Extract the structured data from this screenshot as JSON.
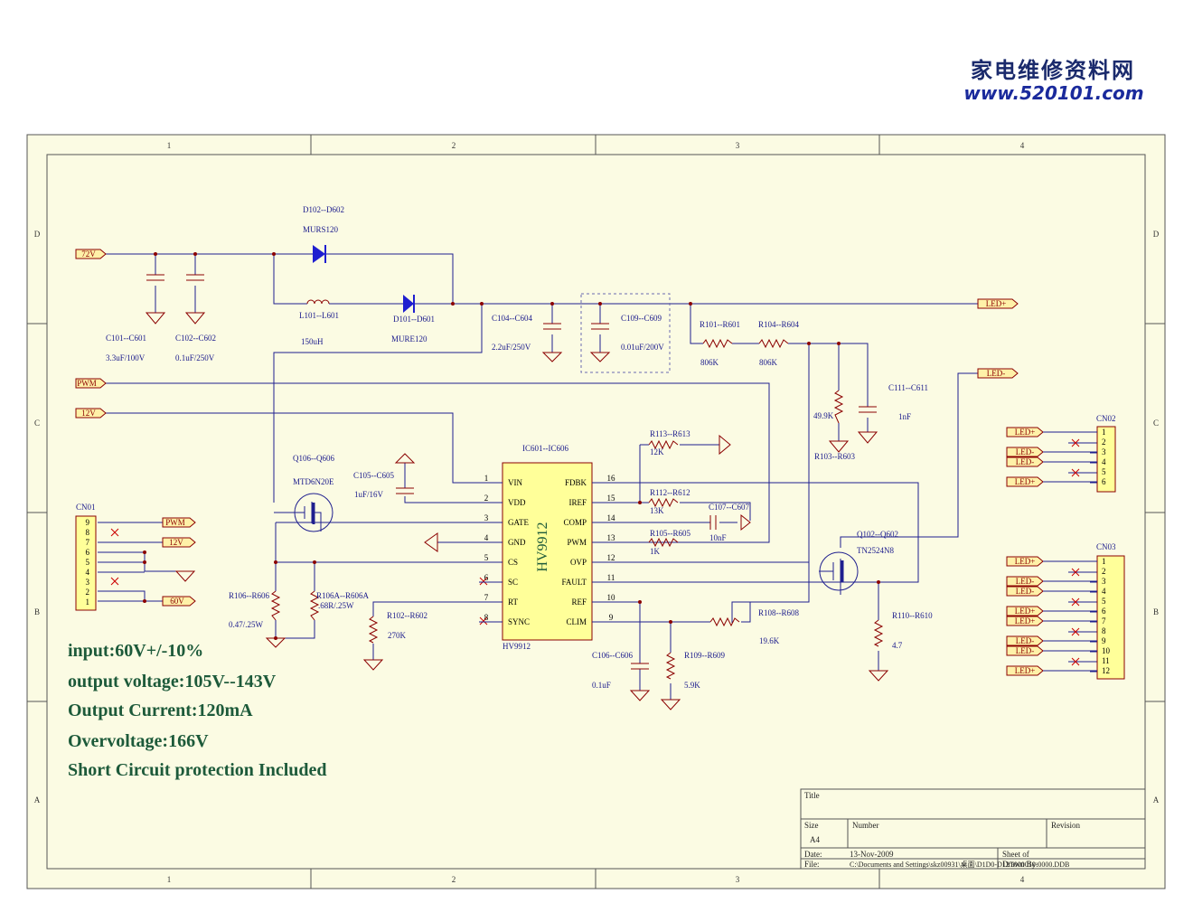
{
  "watermark": {
    "cn": "家电维修资料网",
    "url": "www.520101.com"
  },
  "frame": {
    "columns": [
      "1",
      "2",
      "3",
      "4"
    ],
    "rows": [
      "D",
      "C",
      "B",
      "A"
    ]
  },
  "ports": {
    "in_72v": "72V",
    "pwm": "PWM",
    "in_12v": "12V",
    "led_plus": "LED+",
    "led_minus": "LED-",
    "cn01_pwm": "PWM",
    "cn01_12v": "12V",
    "cn01_60v": "60V"
  },
  "components": {
    "d102": {
      "ref": "D102--D602",
      "value": "MURS120"
    },
    "l101": {
      "ref": "L101--L601",
      "value": "150uH"
    },
    "d101": {
      "ref": "D101--D601",
      "value": "MURE120"
    },
    "c101": {
      "ref": "C101--C601",
      "value": "3.3uF/100V"
    },
    "c102": {
      "ref": "C102--C602",
      "value": "0.1uF/250V"
    },
    "c104": {
      "ref": "C104--C604",
      "value": "2.2uF/250V"
    },
    "c109": {
      "ref": "C109--C609",
      "value": "0.01uF/200V"
    },
    "r101": {
      "ref": "R101--R601",
      "value": "806K"
    },
    "r104": {
      "ref": "R104--R604",
      "value": "806K"
    },
    "r103": {
      "ref": "R103--R603",
      "value": "49.9K"
    },
    "c111": {
      "ref": "C111--C611",
      "value": "1nF"
    },
    "r113": {
      "ref": "R113--R613",
      "value": "12K"
    },
    "r112": {
      "ref": "R112--R612",
      "value": "13K"
    },
    "c107": {
      "ref": "C107--C607",
      "value": "10nF"
    },
    "r105": {
      "ref": "R105--R605",
      "value": "1K"
    },
    "q106": {
      "ref": "Q106--Q606",
      "value": "MTD6N20E"
    },
    "c105": {
      "ref": "C105--C605",
      "value": "1uF/16V"
    },
    "q102": {
      "ref": "Q102--Q602",
      "value": "TN2524N8"
    },
    "r106": {
      "ref": "R106--R606",
      "value": "0.47/.25W"
    },
    "r106a": {
      "ref": "R106A--R606A",
      "value": ".68R/.25W"
    },
    "r102": {
      "ref": "R102--R602",
      "value": "270K"
    },
    "c106": {
      "ref": "C106--C606",
      "value": "0.1uF"
    },
    "r109": {
      "ref": "R109--R609",
      "value": "5.9K"
    },
    "r108": {
      "ref": "R108--R608",
      "value": "19.6K"
    },
    "r110": {
      "ref": "R110--R610",
      "value": "4.7"
    }
  },
  "ic": {
    "ref": "IC601--IC606",
    "part": "HV9912",
    "part_below": "HV9912",
    "left_pins": [
      {
        "num": "1",
        "name": "VIN"
      },
      {
        "num": "2",
        "name": "VDD"
      },
      {
        "num": "3",
        "name": "GATE"
      },
      {
        "num": "4",
        "name": "GND"
      },
      {
        "num": "5",
        "name": "CS"
      },
      {
        "num": "6",
        "name": "SC"
      },
      {
        "num": "7",
        "name": "RT"
      },
      {
        "num": "8",
        "name": "SYNC"
      }
    ],
    "right_pins": [
      {
        "num": "16",
        "name": "FDBK"
      },
      {
        "num": "15",
        "name": "IREF"
      },
      {
        "num": "14",
        "name": "COMP"
      },
      {
        "num": "13",
        "name": "PWM"
      },
      {
        "num": "12",
        "name": "OVP"
      },
      {
        "num": "11",
        "name": "FAULT"
      },
      {
        "num": "10",
        "name": "REF"
      },
      {
        "num": "9",
        "name": "CLIM"
      }
    ]
  },
  "cn01": {
    "ref": "CN01",
    "pins": [
      "9",
      "8",
      "7",
      "6",
      "5",
      "4",
      "3",
      "2",
      "1"
    ]
  },
  "cn02": {
    "ref": "CN02",
    "pins": [
      "1",
      "2",
      "3",
      "4",
      "5",
      "6"
    ],
    "labels": [
      "LED+",
      "",
      "LED-",
      "LED-",
      "",
      "LED+"
    ]
  },
  "cn03": {
    "ref": "CN03",
    "pins": [
      "1",
      "2",
      "3",
      "4",
      "5",
      "6",
      "7",
      "8",
      "9",
      "10",
      "11",
      "12"
    ],
    "labels": [
      "LED+",
      "",
      "LED-",
      "LED-",
      "",
      "LED+",
      "LED+",
      "",
      "LED-",
      "LED-",
      "",
      "LED+"
    ]
  },
  "specs": [
    "input:60V+/-10%",
    "output voltage:105V--143V",
    "Output Current:120mA",
    "Overvoltage:166V",
    "Short Circuit protection Included"
  ],
  "title_block": {
    "title_label": "Title",
    "size_label": "Size",
    "size_value": "A4",
    "number_label": "Number",
    "revision_label": "Revision",
    "date_label": "Date:",
    "date_value": "13-Nov-2009",
    "sheet_label": "Sheet    of",
    "file_label": "File:",
    "file_value": "C:\\Documents and Settings\\skz00931\\桌面\\D1D0-D12T000010-0000.DDB",
    "drawn_label": "Drawn By:"
  },
  "colors": {
    "paper": "#fbfbe3",
    "wire": "#1f1f8f",
    "part": "#8b0000",
    "port_fill": "#fff1a8",
    "ic_fill": "#ffff99",
    "spec_text": "#1d5a3a"
  }
}
